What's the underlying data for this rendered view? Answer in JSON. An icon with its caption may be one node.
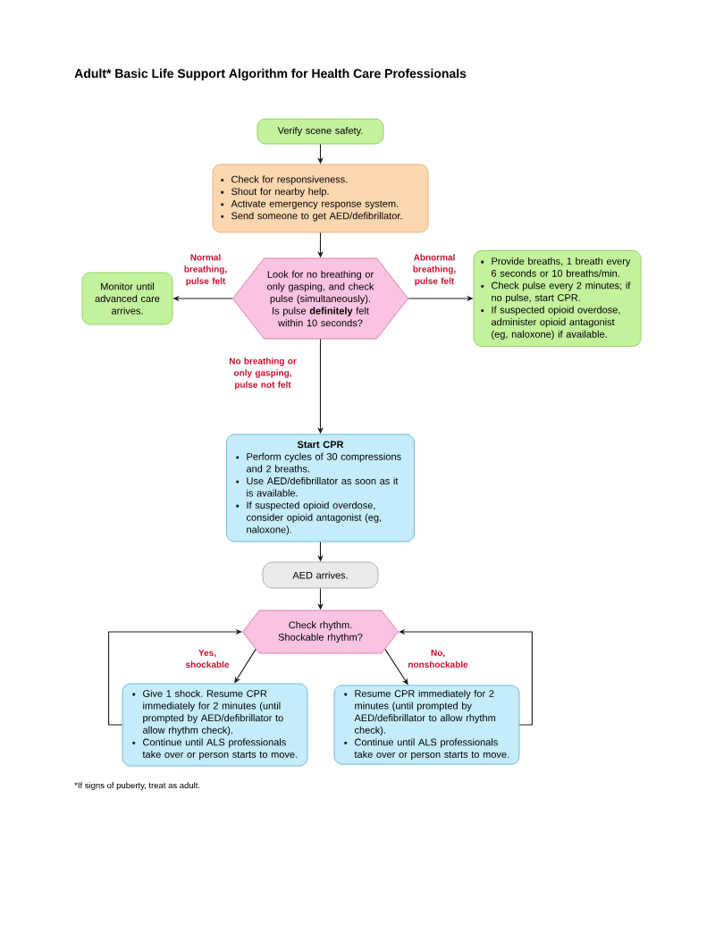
{
  "diagram": {
    "title": "Adult* Basic Life Support Algorithm for Health Care Professionals",
    "nodes": [
      {
        "text": [
          "Verify scene safety."
        ]
      },
      {
        "text": [
          "Check for responsiveness.",
          "Shout for nearby help.",
          "Activate emergency response system.",
          "Send someone to get AED/defibrillator."
        ]
      },
      {
        "text": [
          "Look for no breathing or only gasping, and check pulse (simultaneously).",
          "Is pulse **definitely** felt within 10 seconds?"
        ]
      },
      {
        "text": [
          "Monitor until advanced care arrives."
        ]
      },
      {
        "text": [
          "Provide breaths, 1 breath every 6 seconds or 10 breaths/min.",
          "Check pulse every 2 minutes; if no pulse, start CPR.",
          "If suspected opioid overdose, administer opioid antagonist (eg, naloxone) if available."
        ]
      },
      {
        "text": [
          "Start CPR",
          "Perform cycles of 30 compressions and 2 breaths.",
          "Use AED/defibrillator as soon as it is available.",
          "If suspected opioid overdose, consider opioid antagonist (eg, naloxone)."
        ]
      },
      {
        "text": [
          "AED arrives."
        ]
      },
      {
        "text": [
          "Check rhythm. Shockable rhythm?"
        ]
      },
      {
        "text": [
          "Give 1 shock. Resume CPR immediately for 2 minutes (until prompted by AED/defibrillator to allow rhythm check).",
          "Continue until ALS professionals take over or person starts to move."
        ]
      },
      {
        "text": [
          "Resume CPR immediately for 2 minutes (until prompted by AED/defibrillator to allow rhythm check).",
          "Continue until ALS professionals take over or person starts to move."
        ]
      }
    ],
    "edges": [
      {
        "from": 0,
        "to": 1,
        "arrow": "to"
      },
      {
        "from": 1,
        "to": 2,
        "arrow": "to"
      },
      {
        "from": 2,
        "to": 3,
        "arrow": "to",
        "label": "Normal breathing, pulse felt"
      },
      {
        "from": 2,
        "to": 4,
        "arrow": "to",
        "label": "Abnormal breathing, pulse felt"
      },
      {
        "from": 2,
        "to": 5,
        "arrow": "to",
        "label": "No breathing or only gasping, pulse not felt"
      },
      {
        "from": 5,
        "to": 6,
        "arrow": "to"
      },
      {
        "from": 6,
        "to": 7,
        "arrow": "to"
      },
      {
        "from": 7,
        "to": 8,
        "arrow": "to",
        "label": "Yes, shockable"
      },
      {
        "from": 7,
        "to": 9,
        "arrow": "to",
        "label": "No, nonshockable"
      },
      {
        "from": 8,
        "to": 7,
        "arrow": "to"
      },
      {
        "from": 9,
        "to": 7,
        "arrow": "to"
      }
    ],
    "labels": [
      "*If signs of puberty, treat as adult."
    ]
  }
}
